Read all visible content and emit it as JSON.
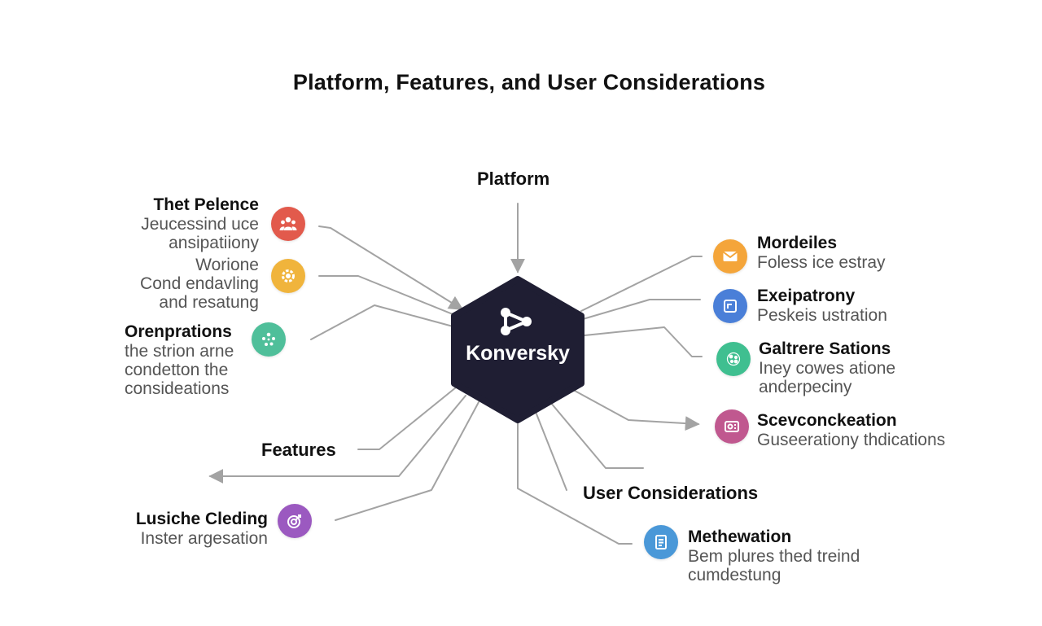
{
  "title": "Platform, Features, and User Considerations",
  "hub": {
    "label": "Konversky",
    "color": "#1f1e33",
    "icon": "share-nodes-icon"
  },
  "sections": {
    "platform": "Platform",
    "features": "Features",
    "user_considerations": "User Considerations"
  },
  "colors": {
    "connector": "#a3a3a3",
    "red": "#e25a4c",
    "yellow": "#f0b43c",
    "green": "#4fbf9a",
    "purple": "#9b59c0",
    "orange": "#f4a53a",
    "blue": "#4a7fd8",
    "teal": "#3fbf90",
    "pink": "#c0588f",
    "sky": "#4a98d8"
  },
  "left_nodes": [
    {
      "title": "Thet Pelence",
      "desc": [
        "Jeucessind uce",
        "ansipatiiony"
      ],
      "icon": "group-icon",
      "color": "#e25a4c"
    },
    {
      "title": "",
      "desc": [
        "Worione",
        "Cond endavling",
        "and resatung"
      ],
      "icon": "gear-icon",
      "color": "#f0b43c"
    },
    {
      "title": "Orenprations",
      "desc": [
        "the strion arne",
        "condetton the",
        "consideations"
      ],
      "icon": "molecule-icon",
      "color": "#4fbf9a"
    },
    {
      "title": "Lusiche Cleding",
      "desc": [
        "Inster argesation"
      ],
      "icon": "target-icon",
      "color": "#9b59c0"
    }
  ],
  "right_nodes": [
    {
      "title": "Mordeiles",
      "desc": [
        "Foless ice estray"
      ],
      "icon": "mail-icon",
      "color": "#f4a53a"
    },
    {
      "title": "Exeipatrony",
      "desc": [
        "Peskeis ustration"
      ],
      "icon": "frame-icon",
      "color": "#4a7fd8"
    },
    {
      "title": "Galtrere Sations",
      "desc": [
        "Iney cowes atione",
        "anderpeciny"
      ],
      "icon": "network-icon",
      "color": "#3fbf90"
    },
    {
      "title": "Scevconckeation",
      "desc": [
        "Guseerationy thdications"
      ],
      "icon": "settings-panel-icon",
      "color": "#c0588f"
    },
    {
      "title": "Methewation",
      "desc": [
        "Bem plures thed treind",
        "cumdestung"
      ],
      "icon": "document-icon",
      "color": "#4a98d8"
    }
  ]
}
